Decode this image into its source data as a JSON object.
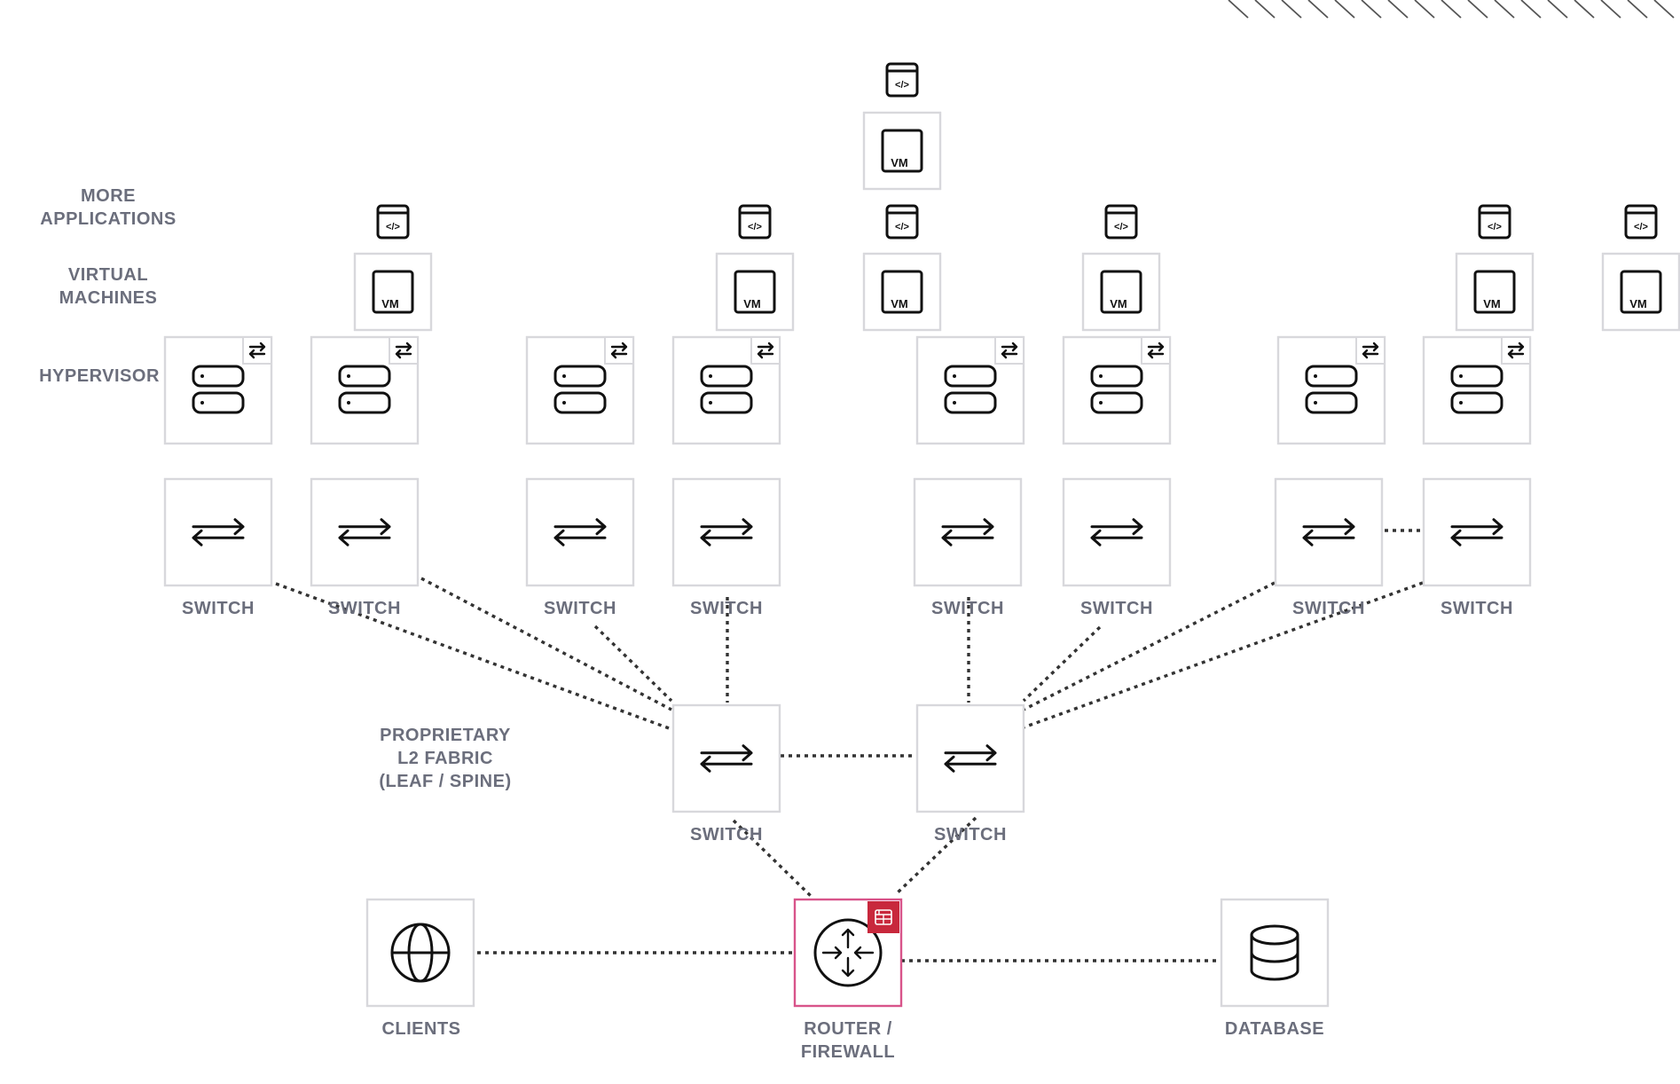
{
  "row_labels": {
    "more_applications": [
      "MORE",
      "APPLICATIONS"
    ],
    "virtual_machines": [
      "VIRTUAL",
      "MACHINES"
    ],
    "hypervisor": "HYPERVISOR",
    "fabric": [
      "PROPRIETARY",
      "L2 FABRIC",
      "(LEAF / SPINE)"
    ]
  },
  "node_labels": {
    "switch": "SWITCH",
    "clients": "CLIENTS",
    "router": [
      "ROUTER /",
      "FIREWALL"
    ],
    "database": "DATABASE"
  },
  "vm_label": "VM",
  "app_glyph": "</>",
  "icons": {
    "application": "code-window-icon",
    "vm": "virtual-machine-icon",
    "hypervisor": "server-stack-icon",
    "hypervisor_badge": "arrows-exchange-icon",
    "switch": "arrows-exchange-icon",
    "clients": "globe-icon",
    "router": "router-icon",
    "firewall_badge": "firewall-icon",
    "database": "database-icon"
  },
  "colors": {
    "label": "#6b6e7c",
    "box_border": "#d8d8dc",
    "accent_border": "#d8548a",
    "firewall_badge": "#c8283c",
    "connector": "#333333"
  }
}
